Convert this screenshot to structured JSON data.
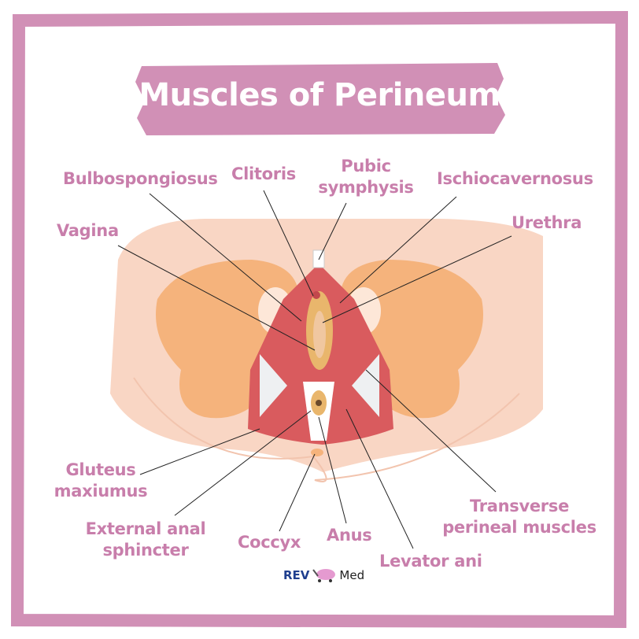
{
  "title": "Muscles of Perineum",
  "labels": {
    "bulbospongiosus": "Bulbospongiosus",
    "clitoris": "Clitoris",
    "pubic_symphysis": [
      "Pubic",
      "symphysis"
    ],
    "ischiocavernosus": "Ischiocavernosus",
    "vagina": "Vagina",
    "urethra": "Urethra",
    "gluteus_maximus": [
      "Gluteus",
      "maxiumus"
    ],
    "external_anal_sphincter": [
      "External anal",
      "sphincter"
    ],
    "coccyx": "Coccyx",
    "anus": "Anus",
    "levator_ani": "Levator ani",
    "transverse_perineal": [
      "Transverse",
      "perineal muscles"
    ]
  },
  "logo": {
    "left": "REV",
    "right": "Med"
  },
  "colors": {
    "frame": "#d190b6",
    "label": "#c87eab",
    "skin": "#f9d6c4",
    "bone": "#f5b37c",
    "muscle": "#d95b5e"
  }
}
